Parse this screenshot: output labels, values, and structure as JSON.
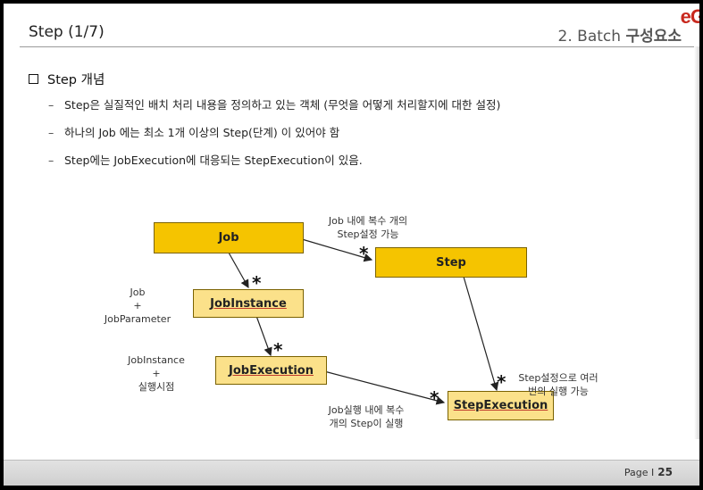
{
  "header": {
    "title": "Step (1/7)",
    "section_prefix": "2. Batch ",
    "section_bold": "구성요소",
    "logo": "eG"
  },
  "concept": {
    "heading": "Step 개념",
    "bullets": [
      "Step은 실질적인 배치 처리 내용을 정의하고 있는 객체 (무엇을 어떻게 처리할지에 대한 설정)",
      "하나의 Job 에는 최소 1개 이상의 Step(단계) 이 있어야 함",
      "Step에는 JobExecution에 대응되는 StepExecution이 있음."
    ]
  },
  "diagram": {
    "boxes": {
      "job": "Job",
      "step": "Step",
      "job_instance": "JobInstance",
      "job_execution": "JobExecution",
      "step_execution": "StepExecution"
    },
    "notes": {
      "job_step_1": "Job 내에 복수 개의",
      "job_step_2": "Step설정 가능",
      "instance_1": "Job",
      "instance_2": "+",
      "instance_3": "JobParameter",
      "execution_1": "JobInstance",
      "execution_2": "+",
      "execution_3": "실행시점",
      "step_exec_1": "Step설정으로 여러",
      "step_exec_2": "번의 실행 가능",
      "job_exec_1": "Job실행 내에 복수",
      "job_exec_2": "개의 Step이 실행"
    },
    "multiplicity": "*"
  },
  "footer": {
    "page_label": "Page",
    "separator": "I",
    "page_number": "25"
  },
  "colors": {
    "box_strong": "#f5c400",
    "box_light": "#fbe18a",
    "logo": "#c8281e"
  }
}
